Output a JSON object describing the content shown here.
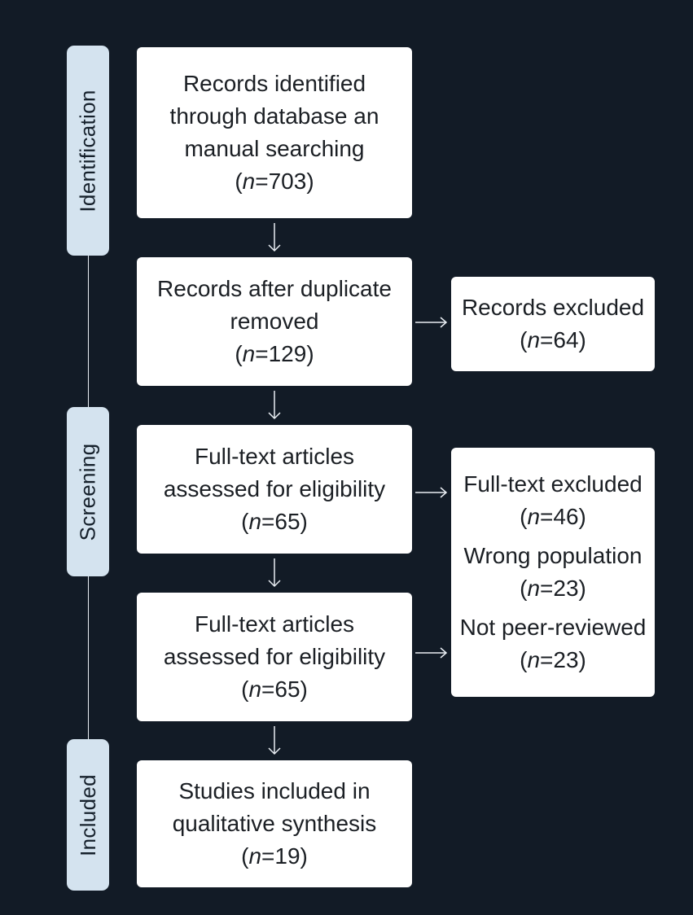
{
  "colors": {
    "background": "#121b26",
    "stage_fill": "#d4e3ef",
    "box_fill": "#ffffff",
    "connector": "#e9eef3"
  },
  "stages": {
    "identification": "Identification",
    "screening": "Screening",
    "included": "Included"
  },
  "boxes": {
    "identified": {
      "lines": [
        "Records identified",
        "through database an",
        "manual searching"
      ],
      "count": "=703)"
    },
    "after_duplicates": {
      "lines": [
        "Records after duplicate",
        "removed"
      ],
      "count": "=129)"
    },
    "records_excluded": {
      "lines": [
        "Records excluded"
      ],
      "count": "=64)"
    },
    "fulltext_assessed_1": {
      "lines": [
        "Full-text articles",
        "assessed for eligibility"
      ],
      "count": "=65)"
    },
    "fulltext_assessed_2": {
      "lines": [
        "Full-text articles",
        "assessed for eligibility"
      ],
      "count": "=65)"
    },
    "fulltext_excluded": {
      "groups": [
        {
          "label": "Full-text excluded",
          "count": "=46)"
        },
        {
          "label": "Wrong population",
          "count": "=23)"
        },
        {
          "label": "Not peer-reviewed",
          "count": "=23)"
        }
      ]
    },
    "included": {
      "lines": [
        "Studies included in",
        "qualitative synthesis"
      ],
      "count": "=19)"
    }
  },
  "count_prefix": "(",
  "count_symbol": "n"
}
